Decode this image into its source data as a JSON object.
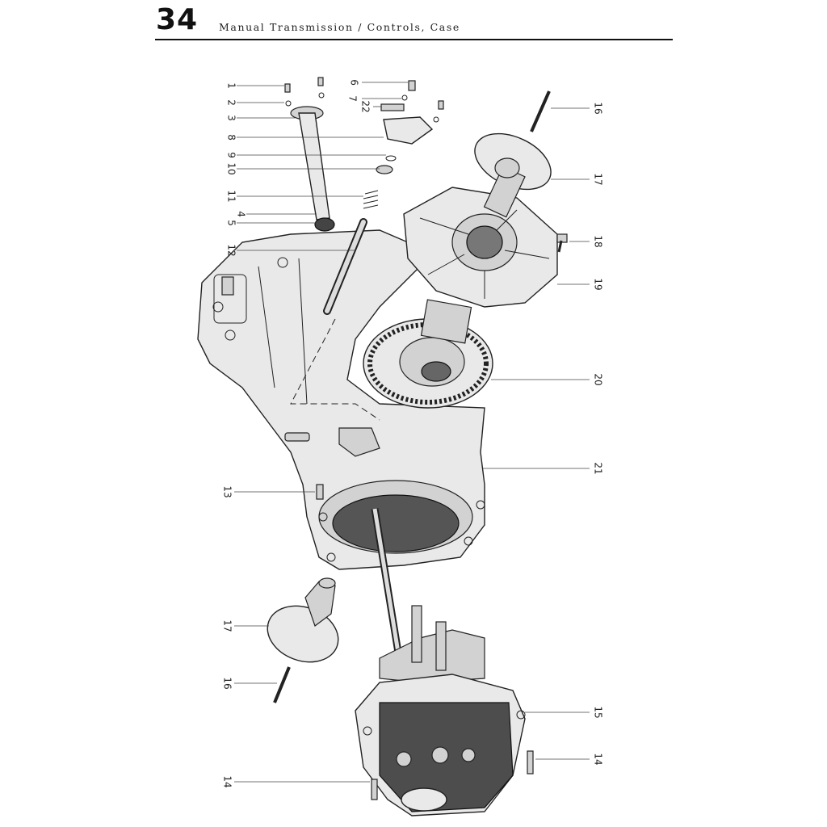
{
  "header": {
    "page_number": "34",
    "title": "Manual Transmission / Controls, Case"
  },
  "callouts": {
    "c1": "1",
    "c2": "2",
    "c3": "3",
    "c8": "8",
    "c9": "9",
    "c10": "10",
    "c11": "11",
    "c4": "4",
    "c5": "5",
    "c12": "12",
    "c6": "6",
    "c7": "7",
    "c22": "22",
    "c16a": "16",
    "c17a": "17",
    "c18": "18",
    "c19": "19",
    "c20": "20",
    "c21": "21",
    "c13": "13",
    "c17b": "17",
    "c16b": "16",
    "c15": "15",
    "c14a": "14",
    "c14b": "14"
  }
}
